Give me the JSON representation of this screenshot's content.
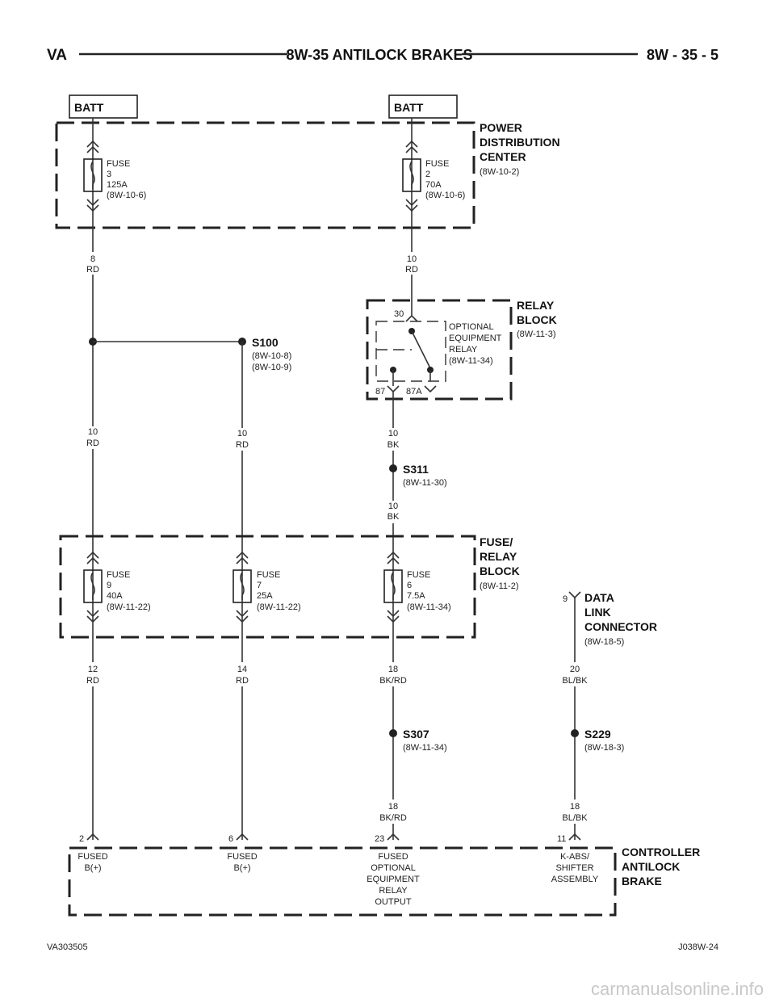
{
  "header": {
    "left": "VA",
    "title": "8W-35 ANTILOCK BRAKES",
    "right": "8W - 35 - 5"
  },
  "batt_left": "BATT",
  "batt_right": "BATT",
  "pdc": {
    "l1": "POWER",
    "l2": "DISTRIBUTION",
    "l3": "CENTER",
    "ref": "(8W-10-2)"
  },
  "fuse3": {
    "l1": "FUSE",
    "l2": "3",
    "l3": "125A",
    "l4": "(8W-10-6)"
  },
  "fuse2": {
    "l1": "FUSE",
    "l2": "2",
    "l3": "70A",
    "l4": "(8W-10-6)"
  },
  "w8": {
    "gauge": "8",
    "color": "RD"
  },
  "w10a": {
    "gauge": "10",
    "color": "RD"
  },
  "relay_block": {
    "l1": "RELAY",
    "l2": "BLOCK",
    "ref": "(8W-11-3)"
  },
  "relay": {
    "l1": "OPTIONAL",
    "l2": "EQUIPMENT",
    "l3": "RELAY",
    "ref": "(8W-11-34)",
    "pin30": "30",
    "pin87": "87",
    "pin87a": "87A"
  },
  "s100": {
    "name": "S100",
    "ref1": "(8W-10-8)",
    "ref2": "(8W-10-9)"
  },
  "w10b": {
    "gauge": "10",
    "color": "RD"
  },
  "w10c": {
    "gauge": "10",
    "color": "RD"
  },
  "w10d": {
    "gauge": "10",
    "color": "BK"
  },
  "s311": {
    "name": "S311",
    "ref": "(8W-11-30)"
  },
  "w10e": {
    "gauge": "10",
    "color": "BK"
  },
  "frb": {
    "l1": "FUSE/",
    "l2": "RELAY",
    "l3": "BLOCK",
    "ref": "(8W-11-2)"
  },
  "fuse9": {
    "l1": "FUSE",
    "l2": "9",
    "l3": "40A",
    "l4": "(8W-11-22)"
  },
  "fuse7": {
    "l1": "FUSE",
    "l2": "7",
    "l3": "25A",
    "l4": "(8W-11-22)"
  },
  "fuse6": {
    "l1": "FUSE",
    "l2": "6",
    "l3": "7.5A",
    "l4": "(8W-11-34)"
  },
  "dlc": {
    "pin": "9",
    "l1": "DATA",
    "l2": "LINK",
    "l3": "CONNECTOR",
    "ref": "(8W-18-5)"
  },
  "w12": {
    "gauge": "12",
    "color": "RD"
  },
  "w14": {
    "gauge": "14",
    "color": "RD"
  },
  "w18a": {
    "gauge": "18",
    "color": "BK/RD"
  },
  "w20": {
    "gauge": "20",
    "color": "BL/BK"
  },
  "s307": {
    "name": "S307",
    "ref": "(8W-11-34)"
  },
  "s229": {
    "name": "S229",
    "ref": "(8W-18-3)"
  },
  "w18b": {
    "gauge": "18",
    "color": "BK/RD"
  },
  "w18c": {
    "gauge": "18",
    "color": "BL/BK"
  },
  "cab": {
    "l1": "CONTROLLER",
    "l2": "ANTILOCK",
    "l3": "BRAKE",
    "p2": "2",
    "p6": "6",
    "p23": "23",
    "p11": "11",
    "d2a": "FUSED",
    "d2b": "B(+)",
    "d6a": "FUSED",
    "d6b": "B(+)",
    "d23a": "FUSED",
    "d23b": "OPTIONAL",
    "d23c": "EQUIPMENT",
    "d23d": "RELAY",
    "d23e": "OUTPUT",
    "d11a": "K-ABS/",
    "d11b": "SHIFTER",
    "d11c": "ASSEMBLY"
  },
  "footer": {
    "left": "VA303505",
    "right": "J038W-24"
  },
  "watermark": "carmanualsonline.info"
}
